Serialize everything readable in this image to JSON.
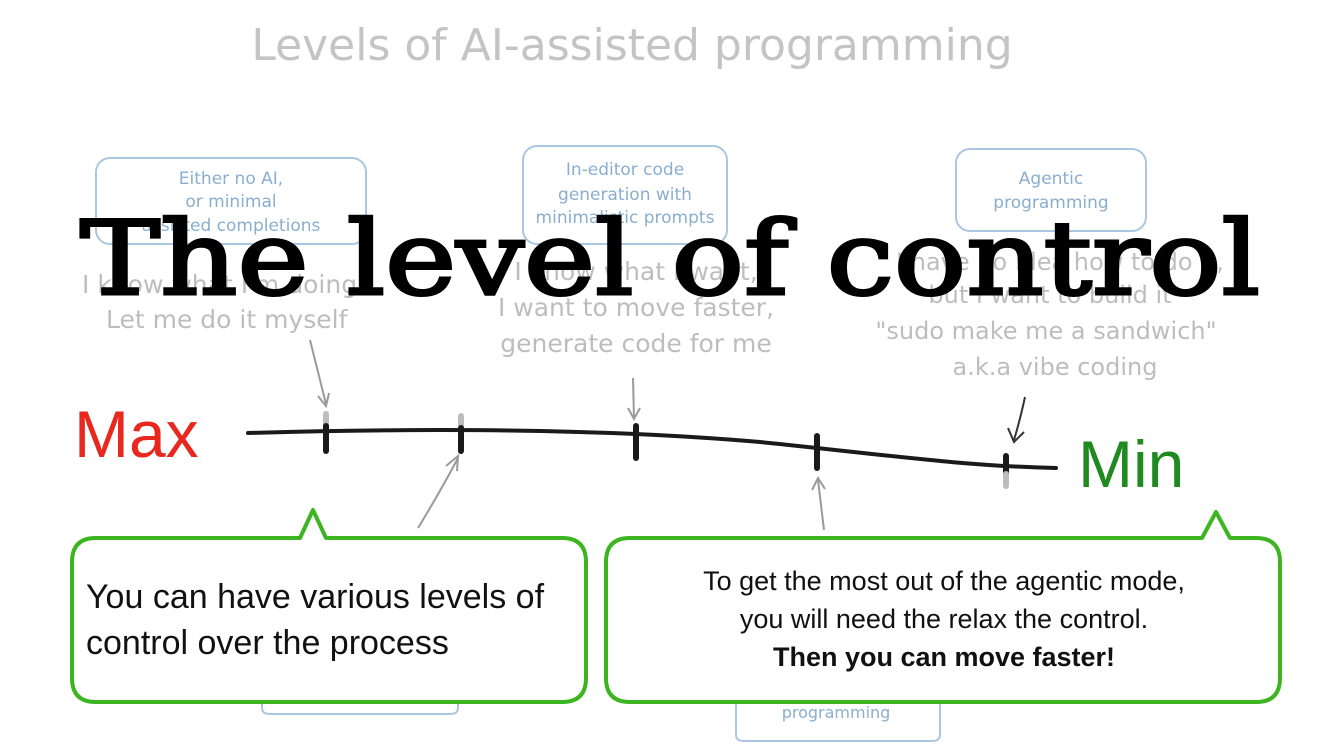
{
  "title": "Levels of AI-assisted programming",
  "overlay_title": "The level of control",
  "scale": {
    "max_label": "Max",
    "min_label": "Min"
  },
  "boxes": [
    {
      "lines": [
        "Either no AI,",
        "or minimal",
        "assisted completions"
      ]
    },
    {
      "lines": [
        "In-editor code",
        "generation with",
        "minimalistic prompts"
      ]
    },
    {
      "lines": [
        "Agentic",
        "programming"
      ]
    },
    {
      "lines": [
        "programming"
      ]
    }
  ],
  "quotes": [
    {
      "lines": [
        "I know what I'm doing",
        "Let me do it myself"
      ]
    },
    {
      "lines": [
        "I know what I want,",
        "I want to move faster,",
        "generate code for me"
      ]
    },
    {
      "lines": [
        "I have no idea how to do it,",
        "but I want to build it",
        "\"sudo make me a sandwich\"",
        "a.k.a vibe coding"
      ]
    }
  ],
  "callouts": {
    "left": {
      "text": "You can have various levels of control over the process"
    },
    "right": {
      "line1": "To get the most out of the agentic mode,",
      "line2": "you will need the relax the control.",
      "bold": "Then you can move faster!"
    }
  },
  "colors": {
    "sketch_gray": "#b8b8b8",
    "box_blue": "#9ec0dd",
    "box_text_blue": "#86a9cc",
    "max_red": "#e8281e",
    "min_green": "#1f8a1f",
    "callout_green": "#3cb521",
    "ink": "#111111"
  }
}
